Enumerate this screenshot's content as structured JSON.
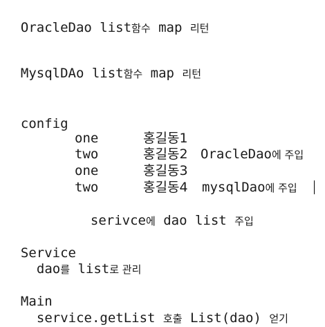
{
  "lines": {
    "l1": {
      "code": "OracleDao list",
      "ko1": "함수",
      "code2": " map ",
      "ko2": "리턴"
    },
    "l2": {
      "code": "MysqlDAo list",
      "ko1": "함수",
      "code2": " map ",
      "ko2": "리턴"
    },
    "l3": {
      "code": "config"
    },
    "l4": {
      "a": "one",
      "ko": "홍길동1",
      "b": ""
    },
    "l5": {
      "a": "two",
      "ko": "홍길동2",
      "b": "OracleDao",
      "ko2": "에 주입"
    },
    "l6": {
      "a": "one",
      "ko": "홍길동3",
      "b": ""
    },
    "l7": {
      "a": "two",
      "ko": "홍길동4",
      "b": "mysqlDao",
      "ko2": "에 주입"
    },
    "l8": {
      "code": "serivce",
      "ko1": "에",
      "code2": " dao list ",
      "ko2": "주입"
    },
    "l9": {
      "code": "Service"
    },
    "l10": {
      "code": "dao",
      "ko1": "를",
      "code2": " list",
      "ko2": "로 관리"
    },
    "l11": {
      "code": "Main"
    },
    "l12": {
      "code": "service.getList ",
      "ko1": "호출",
      "code2": " List(dao) ",
      "ko2": "얻기"
    }
  }
}
